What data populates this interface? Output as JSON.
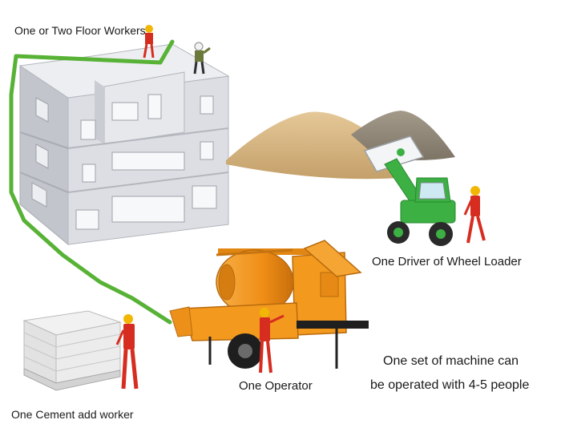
{
  "labels": {
    "floor_workers": "One or Two Floor Workers",
    "wheel_loader_driver": "One Driver of Wheel Loader",
    "operator": "One Operator",
    "cement_worker": "One Cement add worker"
  },
  "note": {
    "line1": "One set of machine can",
    "line2": "be operated with 4-5 people"
  },
  "colors": {
    "pipeline": "#57b236",
    "building": "#d9dbe0",
    "machine": "#f39a1e",
    "loader": "#3cb043",
    "worker_suit": "#d62d20",
    "helmet": "#f2b705"
  }
}
